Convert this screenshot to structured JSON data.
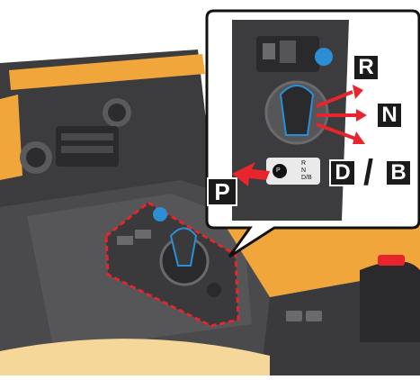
{
  "callout": {
    "gear_r": "R",
    "gear_n": "N",
    "gear_d": "D",
    "separator": "/",
    "gear_b": "B",
    "park_button_label": "P",
    "park_indicator": "P",
    "indicator_r": "R",
    "indicator_n": "N",
    "indicator_db": "D/B"
  },
  "colors": {
    "accent_orange": "#f0a63a",
    "callout_border": "#111111",
    "arrow_red": "#e8242c",
    "highlight_dashed": "#e8242c",
    "shifter_blue": "#2b8fd6"
  },
  "icons": [
    "shift-lever-icon",
    "park-button-icon",
    "red-arrow-icon",
    "dashed-highlight-icon"
  ]
}
